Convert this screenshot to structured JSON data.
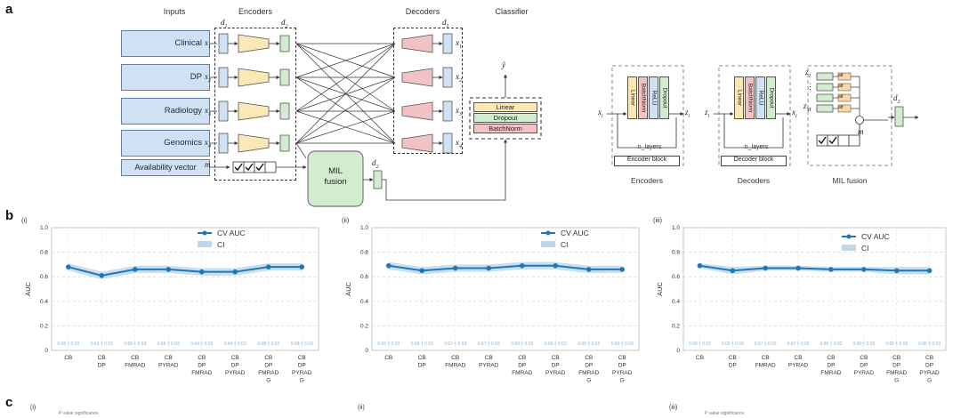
{
  "panel_letters": {
    "a": "a",
    "b": "b",
    "c": "c"
  },
  "diagram": {
    "col_titles": {
      "inputs": "Inputs",
      "encoders": "Encoders",
      "decoders": "Decoders",
      "classifier": "Classifier"
    },
    "inputs": [
      "Clinical",
      "DP",
      "Radiology",
      "Genomics"
    ],
    "availability": "Availability vector",
    "m_label": "m",
    "x_labels": [
      "x",
      "x",
      "x",
      "x"
    ],
    "subs": [
      "1",
      "2",
      "3",
      "4"
    ],
    "d1": "d",
    "d1_sub": "1",
    "d2": "d",
    "d2_sub": "2",
    "mil_fusion": "MIL\nfusion",
    "classifier_layers": [
      "Linear",
      "Dropout",
      "BatchNorm"
    ],
    "yhat": "ŷ"
  },
  "blocks": {
    "encoder_layers": [
      "Linear",
      "BatchNorm",
      "ReLU",
      "Dropout"
    ],
    "decoder_layers": [
      "Linear",
      "BatchNorm",
      "ReLU",
      "Dropout"
    ],
    "n_layers": "n_layers",
    "encoder_block": "Encoder block",
    "decoder_block": "Decoder block",
    "captions": {
      "encoders": "Encoders",
      "decoders": "Decoders",
      "mil": "MIL fusion"
    },
    "att": "att",
    "xi": "x",
    "zi": "z",
    "i_sub": "i",
    "z1": "z",
    "z1_sub": "1",
    "zm": "z",
    "zm_sub": "M",
    "dots": "⋮",
    "m": "m",
    "d2": "d",
    "d2_sub": "2"
  },
  "sub_c": [
    "(i)",
    "(ii)",
    "(iii)"
  ],
  "c_texts": [
    "P value significance",
    "P value significance"
  ],
  "colors": {
    "line": "#1f77b4",
    "ci": "#bcd7ee",
    "input_blue": "#cfe1f3",
    "enc_yellow": "#fbe8b5",
    "dec_red": "#f2c2c4",
    "green": "#d3ecd0"
  },
  "chart_data": [
    {
      "type": "line",
      "panel": "(i)",
      "categories": [
        "CB",
        "CB\nDP",
        "CB\nFMRAD",
        "CB\nPYRAD",
        "CB\nDP\nFMRAD",
        "CB\nDP\nPYRAD",
        "CB\nDP\nFMRAD\nG",
        "CB\nDP\nPYRAD\nG"
      ],
      "series": [
        {
          "name": "CV AUC",
          "values": [
            0.68,
            0.61,
            0.66,
            0.66,
            0.64,
            0.64,
            0.68,
            0.68
          ]
        }
      ],
      "ci_halfwidth": [
        0.03,
        0.03,
        0.03,
        0.03,
        0.03,
        0.03,
        0.03,
        0.03
      ],
      "value_labels": [
        "0.68 ± 0.03",
        "0.61 ± 0.03",
        "0.66 ± 0.03",
        "0.66 ± 0.03",
        "0.64 ± 0.03",
        "0.64 ± 0.03",
        "0.68 ± 0.03",
        "0.68 ± 0.03"
      ],
      "ylabel": "AUC",
      "ylim": [
        0,
        1.0
      ],
      "yticks": [
        "0",
        "0.2",
        "0.4",
        "0.6",
        "0.8",
        "1.0"
      ],
      "legend": [
        "CV AUC",
        "CI"
      ],
      "legend_position": "top-center",
      "grid": true
    },
    {
      "type": "line",
      "panel": "(ii)",
      "categories": [
        "CB",
        "CB\nDP",
        "CB\nFMRAD",
        "CB\nPYRAD",
        "CB\nDP\nFMRAD",
        "CB\nDP\nPYRAD",
        "CB\nDP\nFMRAD\nG",
        "CB\nDP\nPYRAD\nG"
      ],
      "series": [
        {
          "name": "CV AUC",
          "values": [
            0.69,
            0.65,
            0.67,
            0.67,
            0.69,
            0.69,
            0.66,
            0.66
          ]
        }
      ],
      "ci_halfwidth": [
        0.03,
        0.03,
        0.03,
        0.03,
        0.03,
        0.03,
        0.03,
        0.03
      ],
      "value_labels": [
        "0.69 ± 0.03",
        "0.65 ± 0.03",
        "0.67 ± 0.03",
        "0.67 ± 0.03",
        "0.69 ± 0.03",
        "0.69 ± 0.03",
        "0.66 ± 0.03",
        "0.66 ± 0.03"
      ],
      "ylabel": "AUC",
      "ylim": [
        0,
        1.0
      ],
      "yticks": [
        "0",
        "0.2",
        "0.4",
        "0.6",
        "0.8",
        "1.0"
      ],
      "legend": [
        "CV AUC",
        "CI"
      ],
      "legend_position": "top-right",
      "grid": true
    },
    {
      "type": "line",
      "panel": "(iii)",
      "categories": [
        "CB",
        "CB\nDP",
        "CB\nFMRAD",
        "CB\nPYRAD",
        "CB\nDP\nFMRAD",
        "CB\nDP\nPYRAD",
        "CB\nDP\nFMRAD\nG",
        "CB\nDP\nPYRAD\nG"
      ],
      "series": [
        {
          "name": "CV AUC",
          "values": [
            0.69,
            0.65,
            0.67,
            0.67,
            0.66,
            0.66,
            0.65,
            0.65
          ]
        }
      ],
      "ci_halfwidth": [
        0.02,
        0.03,
        0.02,
        0.02,
        0.02,
        0.02,
        0.03,
        0.03
      ],
      "value_labels": [
        "0.69 ± 0.02",
        "0.65 ± 0.03",
        "0.67 ± 0.02",
        "0.67 ± 0.02",
        "0.66 ± 0.02",
        "0.66 ± 0.02",
        "0.65 ± 0.03",
        "0.65 ± 0.03"
      ],
      "ylabel": "AUC",
      "ylim": [
        0,
        1.0
      ],
      "yticks": [
        "0",
        "0.2",
        "0.4",
        "0.6",
        "0.8",
        "1.0"
      ],
      "legend": [
        "CV AUC",
        "CI"
      ],
      "legend_position": "top-right",
      "grid": true
    }
  ]
}
